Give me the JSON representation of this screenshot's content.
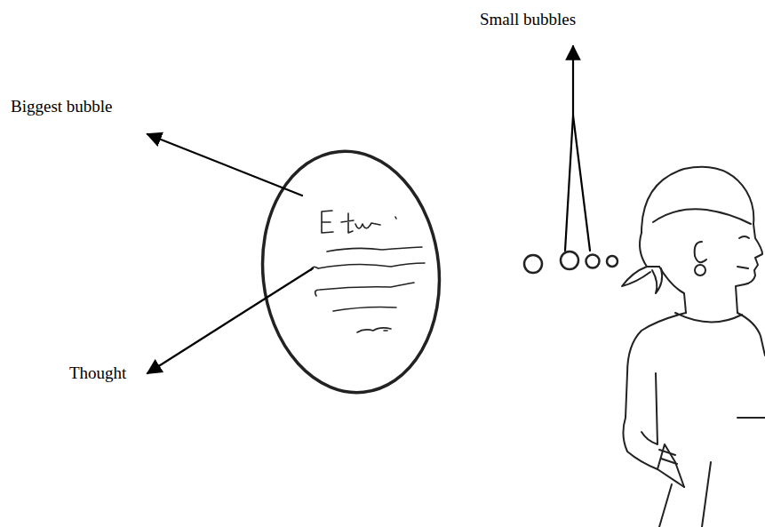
{
  "diagram": {
    "labels": [
      "Small bubbles",
      "Biggest bubble",
      "Thought"
    ]
  }
}
